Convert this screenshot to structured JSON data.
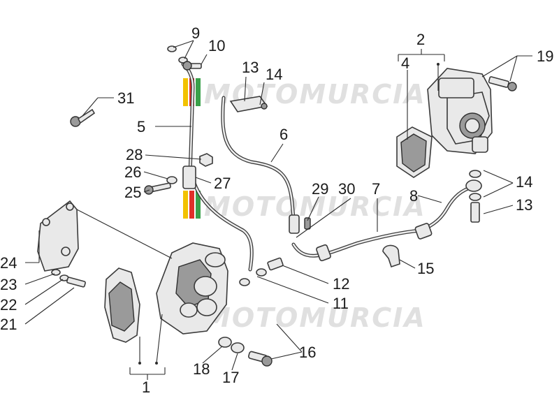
{
  "watermark": {
    "text": "MOTOMURCIA",
    "colors": [
      "#f2c200",
      "#e0302a",
      "#3aa14a"
    ]
  },
  "callouts": {
    "c1": "1",
    "c2": "2",
    "c4": "4",
    "c5": "5",
    "c6": "6",
    "c7": "7",
    "c8": "8",
    "c9": "9",
    "c10": "10",
    "c11": "11",
    "c12": "12",
    "c13a": "13",
    "c13b": "13",
    "c14a": "14",
    "c14b": "14",
    "c15": "15",
    "c16": "16",
    "c17": "17",
    "c18": "18",
    "c19": "19",
    "c21": "21",
    "c22": "22",
    "c23": "23",
    "c24": "24",
    "c25": "25",
    "c26": "26",
    "c27": "27",
    "c28": "28",
    "c29": "29",
    "c30": "30",
    "c31": "31"
  }
}
